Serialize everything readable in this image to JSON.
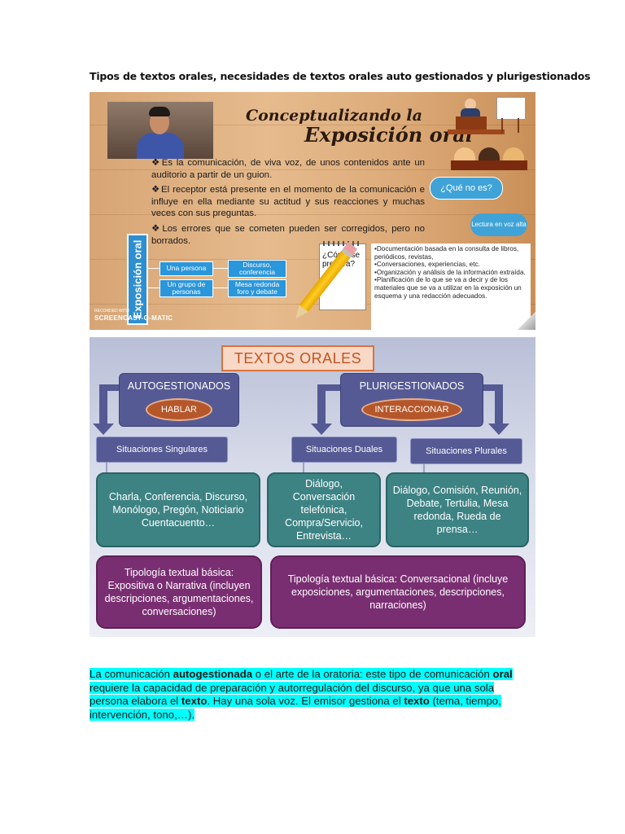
{
  "heading": "Tipos de textos orales, necesidades de textos orales auto gestionados y plurigestionados",
  "slide1": {
    "title_line1": "Conceptualizando la",
    "title_line2": "Exposición oral",
    "bullets": [
      "Es la comunicación, de viva voz, de unos contenidos ante un auditorio a partir de un guion.",
      "El receptor está presente en el momento de la comunicación e influye en ella mediante su actitud y sus reacciones y muchas veces con sus preguntas.",
      "Los errores que se cometen pueden ser corregidos, pero no borrados."
    ],
    "bullet_marker": "❖",
    "sidebar_label": "Exposición oral",
    "boxes": {
      "una_persona": "Una persona",
      "grupo": "Un grupo de personas",
      "discurso": "Discurso, conferencia",
      "mesa": "Mesa redonda foro y debate"
    },
    "que_no_es": "¿Qué no es?",
    "lectura": "Lectura en voz alta",
    "notepad_text": "¿Cómo se prepara?",
    "prep_items": [
      "•Documentación basada en la consulta de libros, periódicos, revistas,",
      "•Conversaciones, experiencias, etc.",
      "•Organización y análisis de la información extraída.",
      "•Planificación de lo que se va a decir y de los materiales que se va a utilizar en la exposición un esquema y una redacción adecuados."
    ],
    "recorded_with": "RECORDED WITH",
    "screencast": "SCREENCAST-O-MATIC"
  },
  "slide2": {
    "title": "TEXTOS ORALES",
    "auto": {
      "label": "AUTOGESTIONADOS",
      "action": "HABLAR"
    },
    "pluri": {
      "label": "PLURIGESTIONADOS",
      "action": "INTERACCIONAR"
    },
    "situations": {
      "singulares": "Situaciones Singulares",
      "duales": "Situaciones Duales",
      "plurales": "Situaciones Plurales"
    },
    "examples": {
      "singulares": "Charla, Conferencia, Discurso, Monólogo, Pregón, Noticiario Cuentacuento…",
      "duales": "Diálogo, Conversación telefónica, Compra/Servicio, Entrevista…",
      "plurales": "Diálogo, Comisión, Reunión, Debate, Tertulia, Mesa redonda, Rueda de prensa…"
    },
    "typology": {
      "left": "Tipología textual básica: Expositiva o Narrativa (incluyen descripciones, argumentaciones, conversaciones)",
      "right": "Tipología textual básica: Conversacional (incluye exposiciones, argumentaciones, descripciones, narraciones)"
    }
  },
  "paragraph": {
    "p1": "La comunicación ",
    "b1": "autogestionada",
    "p2": " o el arte de la oratoria: este tipo de comunicación ",
    "b2": "oral",
    "p3": " requiere la capacidad de preparación y autorregulación del discurso, ya que una sola persona elabora el ",
    "b3": "texto",
    "p4": ". Hay una sola voz. El emisor gestiona el ",
    "b4": "texto",
    "p5": " (tema, tiempo, intervención, tono,…).",
    "highlight_color": "#00ffff"
  }
}
